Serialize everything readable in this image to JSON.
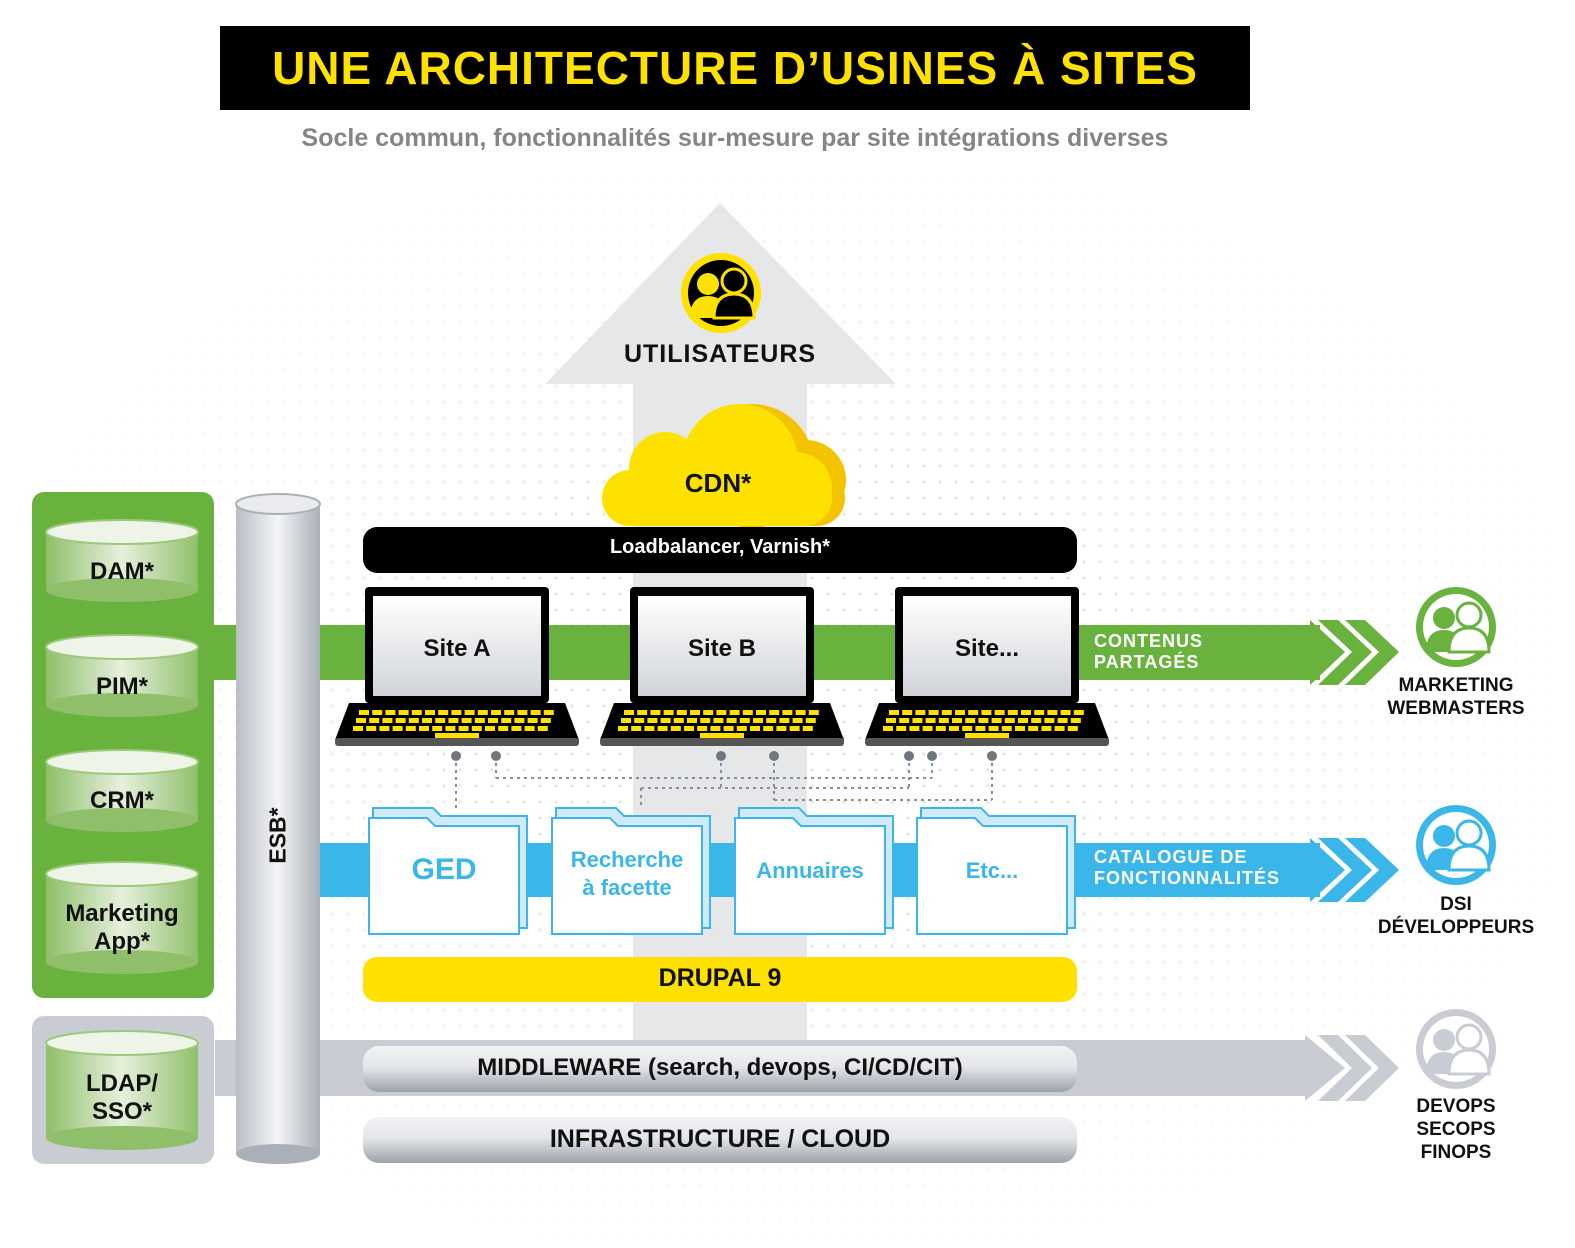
{
  "title": "UNE ARCHITECTURE D’USINES À SITES",
  "subtitle": "Socle commun, fonctionnalités sur-mesure par site intégrations diverses",
  "users": {
    "label": "UTILISATEURS",
    "icon": "users-icon"
  },
  "cdn": "CDN*",
  "loadbalancer": "Loadbalancer, Varnish*",
  "sites": [
    "Site A",
    "Site B",
    "Site..."
  ],
  "features": [
    "GED",
    "Recherche\nà facette",
    "Annuaires",
    "Etc..."
  ],
  "drupal": "DRUPAL 9",
  "middleware": "MIDDLEWARE (search, devops, CI/CD/CIT)",
  "infrastructure": "INFRASTRUCTURE / CLOUD",
  "esb": "ESB*",
  "databases": [
    "DAM*",
    "PIM*",
    "CRM*",
    "Marketing\nApp*"
  ],
  "ldap": "LDAP/\nSSO*",
  "bands": {
    "green": "CONTENUS\nPARTAGÉS",
    "blue": "CATALOGUE DE\nFONCTIONNALITÉS"
  },
  "roles": [
    {
      "label": "MARKETING\nWEBMASTERS",
      "color": "#6ab23e",
      "icon": "marketing-users-icon"
    },
    {
      "label": "DSI\nDÉVELOPPEURS",
      "color": "#3ab6e8",
      "icon": "dsi-users-icon"
    },
    {
      "label": "DEVOPS\nSECOPS\nFINOPS",
      "color": "#c9cdd3",
      "icon": "devops-users-icon"
    }
  ],
  "colors": {
    "yellow": "#ffe100",
    "green": "#6ab23e",
    "blue": "#3ab6e8",
    "grey": "#c9cdd3",
    "black": "#000000"
  }
}
